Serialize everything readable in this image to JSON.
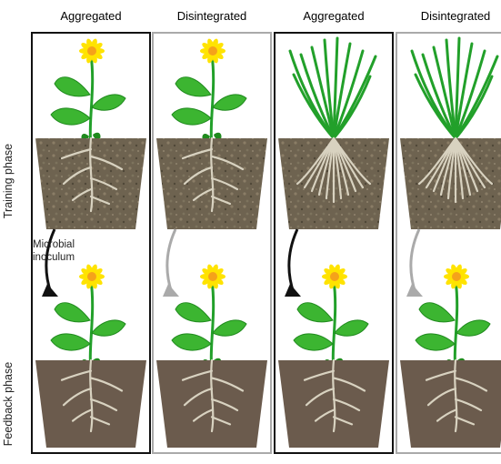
{
  "columns": [
    {
      "label": "Aggregated",
      "color": "#111111",
      "plant": "flower",
      "arrow": "#111111"
    },
    {
      "label": "Disintegrated",
      "color": "#aaaaaa",
      "plant": "flower",
      "arrow": "#aaaaaa"
    },
    {
      "label": "Aggregated",
      "color": "#111111",
      "plant": "grass",
      "arrow": "#111111"
    },
    {
      "label": "Disintegrated",
      "color": "#aaaaaa",
      "plant": "grass",
      "arrow": "#aaaaaa"
    }
  ],
  "phases": {
    "training": "Training phase",
    "feedback": "Feedback phase"
  },
  "inoculum_label": "Microbial inoculum",
  "colors": {
    "leaf": "#3cb531",
    "leaf_dark": "#1f8a1d",
    "stem": "#22a02a",
    "petal": "#ffe300",
    "flower_center": "#f5a21a",
    "soil_textured": "#6e6350",
    "soil_plain": "#6b5b4d",
    "root": "#d8d2c0"
  }
}
